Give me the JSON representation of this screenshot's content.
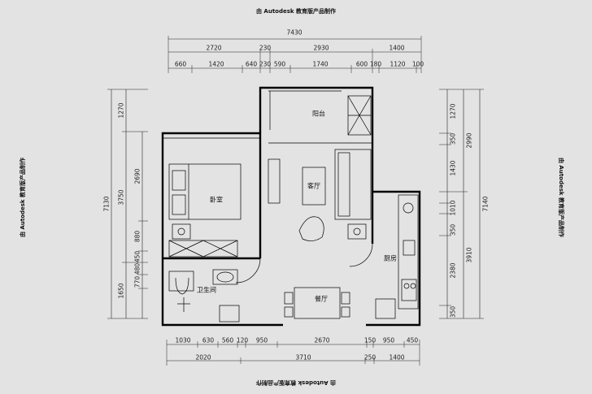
{
  "watermark": "由 Autodesk 教育版产品制作",
  "rooms": {
    "balcony": "阳台",
    "living": "客厅",
    "bedroom": "卧室",
    "kitchen": "厨房",
    "bathroom": "卫生间",
    "dining": "餐厅"
  },
  "dims_top": {
    "total": "7430",
    "row2": [
      "2720",
      "230",
      "2930",
      "1400"
    ],
    "row3": [
      "660",
      "1420",
      "640",
      "230",
      "590",
      "1740",
      "600",
      "180",
      "1120",
      "100"
    ]
  },
  "dims_bottom": {
    "row1": [
      "1030",
      "630",
      "560",
      "120",
      "950",
      "2670",
      "150",
      "950",
      "450"
    ],
    "row2": [
      "2020",
      "3710",
      "250",
      "1400"
    ]
  },
  "dims_left": {
    "total": "7130",
    "row2": [
      "1270",
      "3750",
      "1650"
    ],
    "row3": [
      "2690",
      "880",
      "450",
      "480",
      "770"
    ]
  },
  "dims_right": {
    "total": "7140",
    "row2": [
      "2990",
      "3910"
    ],
    "row3": [
      "1270",
      "350",
      "1430",
      "1010",
      "350",
      "2380",
      "350"
    ]
  },
  "colors": {
    "background": "#e3e3e3",
    "wall": "#000000",
    "line": "#222222"
  }
}
